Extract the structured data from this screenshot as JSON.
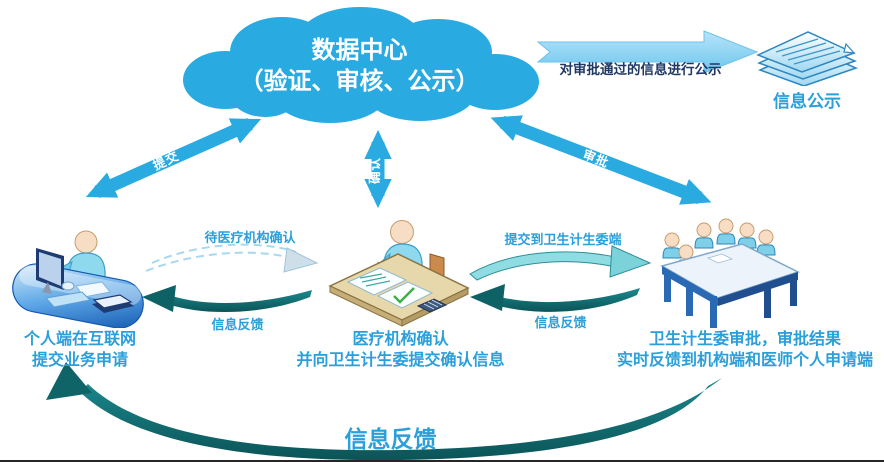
{
  "cloud": {
    "title": "数据中心",
    "subtitle": "（验证、审核、公示）"
  },
  "cloud_arrows": {
    "submit": "提交",
    "confirm": "确认",
    "approve": "审批"
  },
  "publish": {
    "arrow_label": "对审批通过的信息进行公示",
    "icon_label": "信息公示"
  },
  "flows": {
    "pending_confirm": "待医疗机构确认",
    "feedback_left": "信息反馈",
    "submit_to_committee": "提交到卫生计生委端",
    "feedback_right": "信息反馈",
    "feedback_main": "信息反馈"
  },
  "entities": {
    "personal": {
      "line1": "个人端在互联网",
      "line2": "提交业务申请"
    },
    "hospital": {
      "line1": "医疗机构确认",
      "line2": "并向卫生计生委提交确认信息"
    },
    "committee": {
      "line1": "卫生计生委审批，审批结果",
      "line2": "实时反馈到机构端和医师个人申请端"
    }
  },
  "colors": {
    "cloud_blue": "#29ABE2",
    "label_blue": "#2B9FD9",
    "teal_dark": "#0F6B6F",
    "teal_light": "#8FDDE2",
    "publish_arrow": "#8ED3F2",
    "dark_navy_text": "#1F3864"
  }
}
